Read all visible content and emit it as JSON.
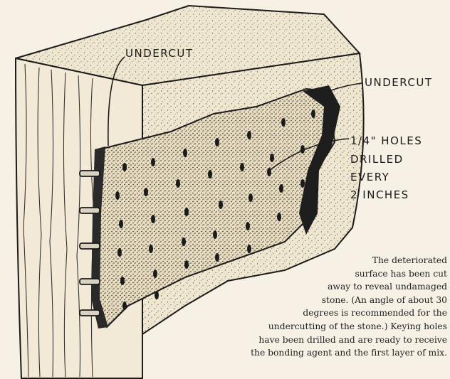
{
  "labels": {
    "undercut_left": "UNDERCUT",
    "undercut_right": "UNDERCUT",
    "holes_line1": "1/4\" HOLES",
    "holes_line2": "DRILLED",
    "holes_line3": "EVERY",
    "holes_line4": "2 INCHES"
  },
  "caption": {
    "lines": [
      "The deteriorated",
      "surface has been cut",
      "away to reveal undamaged",
      "stone. (An angle of about 30",
      "degrees is recommended for the",
      "undercutting of the stone.) Keying holes",
      "have been drilled and are ready to receive",
      "the bonding agent and the first layer of mix."
    ]
  },
  "colors": {
    "background": "#f6f1e4",
    "ink": "#1b1b1b",
    "stone_fill": "#e8dcc0"
  }
}
